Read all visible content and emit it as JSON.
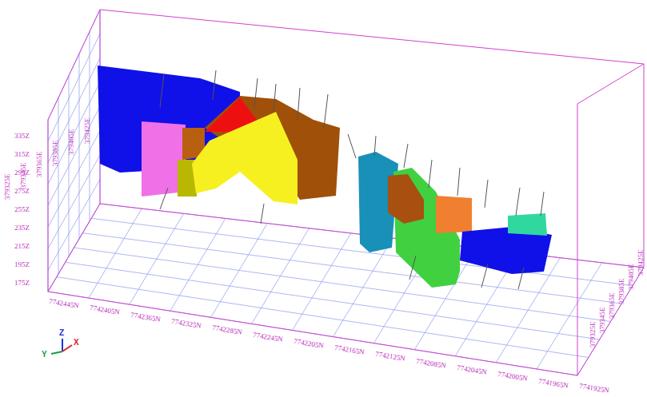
{
  "diagram": {
    "labels": [
      "335Z",
      "315Z",
      "295Z",
      "275Z",
      "255Z",
      "235Z",
      "215Z",
      "195Z",
      "175Z",
      "7742445N",
      "7742405N",
      "7742365N",
      "7742325N",
      "7742285N",
      "7742245N",
      "7742205N",
      "7742165N",
      "7742125N",
      "7742085N",
      "7742045N",
      "7742005N",
      "7741965N",
      "7741925N",
      "379325E",
      "379345E",
      "379365E",
      "379385E",
      "379405E",
      "379425E",
      "379425E",
      "379405E",
      "379385E",
      "379365E",
      "379345E",
      "379325E",
      "Z",
      "Y",
      "X"
    ]
  }
}
